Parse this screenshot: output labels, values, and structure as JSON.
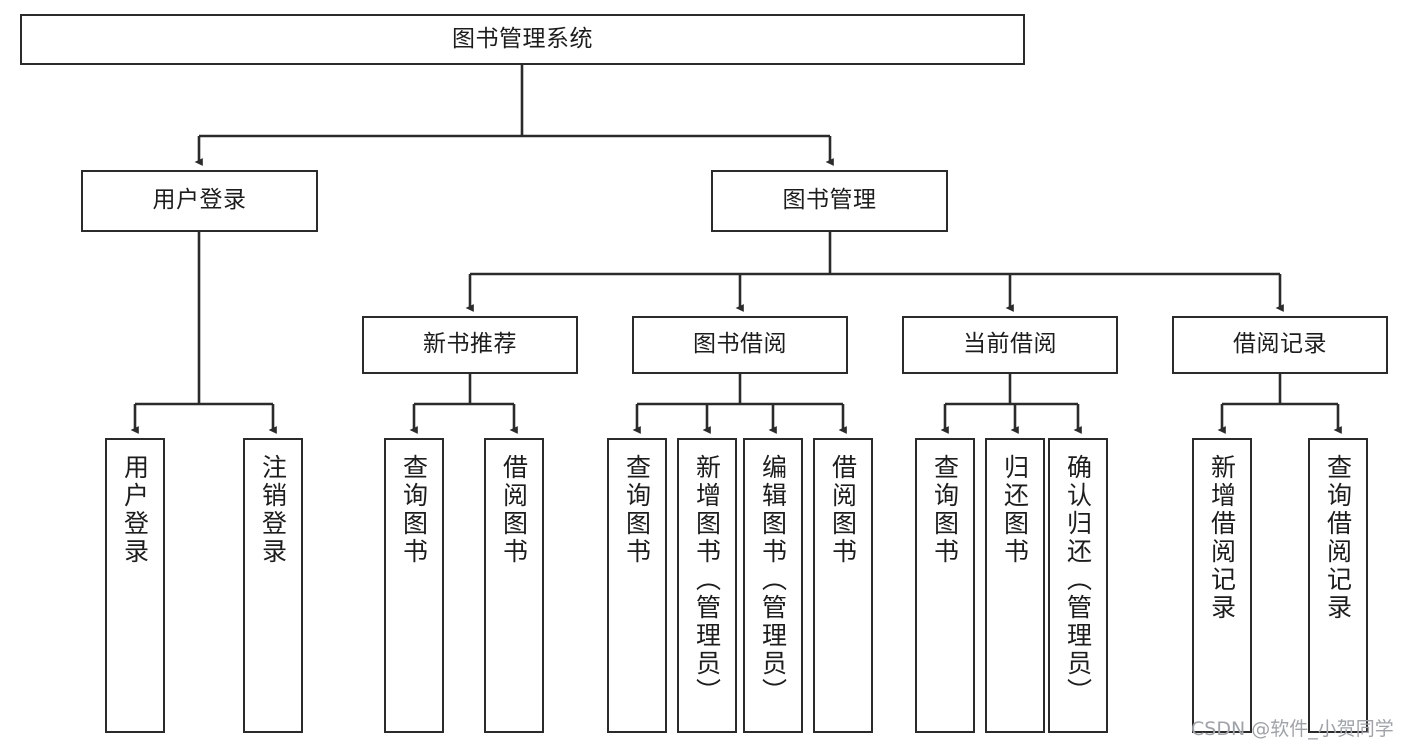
{
  "diagram": {
    "title": "图书管理系统",
    "watermark": "CSDN @软件_小贺同学",
    "line_color": "#2b2b2b",
    "box_fill": "#ffffff",
    "text_color": "#1d1d1d",
    "watermark_color": "#9fa3a8",
    "root": {
      "label": "图书管理系统"
    },
    "level2": [
      {
        "label": "用户登录"
      },
      {
        "label": "图书管理"
      }
    ],
    "level3": [
      {
        "label": "新书推荐"
      },
      {
        "label": "图书借阅"
      },
      {
        "label": "当前借阅"
      },
      {
        "label": "借阅记录"
      }
    ],
    "leaves": {
      "user_login": [
        {
          "label": "用户登录"
        },
        {
          "label": "注销登录"
        }
      ],
      "new_book": [
        {
          "label": "查询图书"
        },
        {
          "label": "借阅图书"
        }
      ],
      "book_borrow": [
        {
          "label": "查询图书"
        },
        {
          "label": "新增图书（管理员）"
        },
        {
          "label": "编辑图书（管理员）"
        },
        {
          "label": "借阅图书"
        }
      ],
      "current_borrow": [
        {
          "label": "查询图书"
        },
        {
          "label": "归还图书"
        },
        {
          "label": "确认归还（管理员）"
        }
      ],
      "borrow_record": [
        {
          "label": "新增借阅记录"
        },
        {
          "label": "查询借阅记录"
        }
      ]
    }
  }
}
